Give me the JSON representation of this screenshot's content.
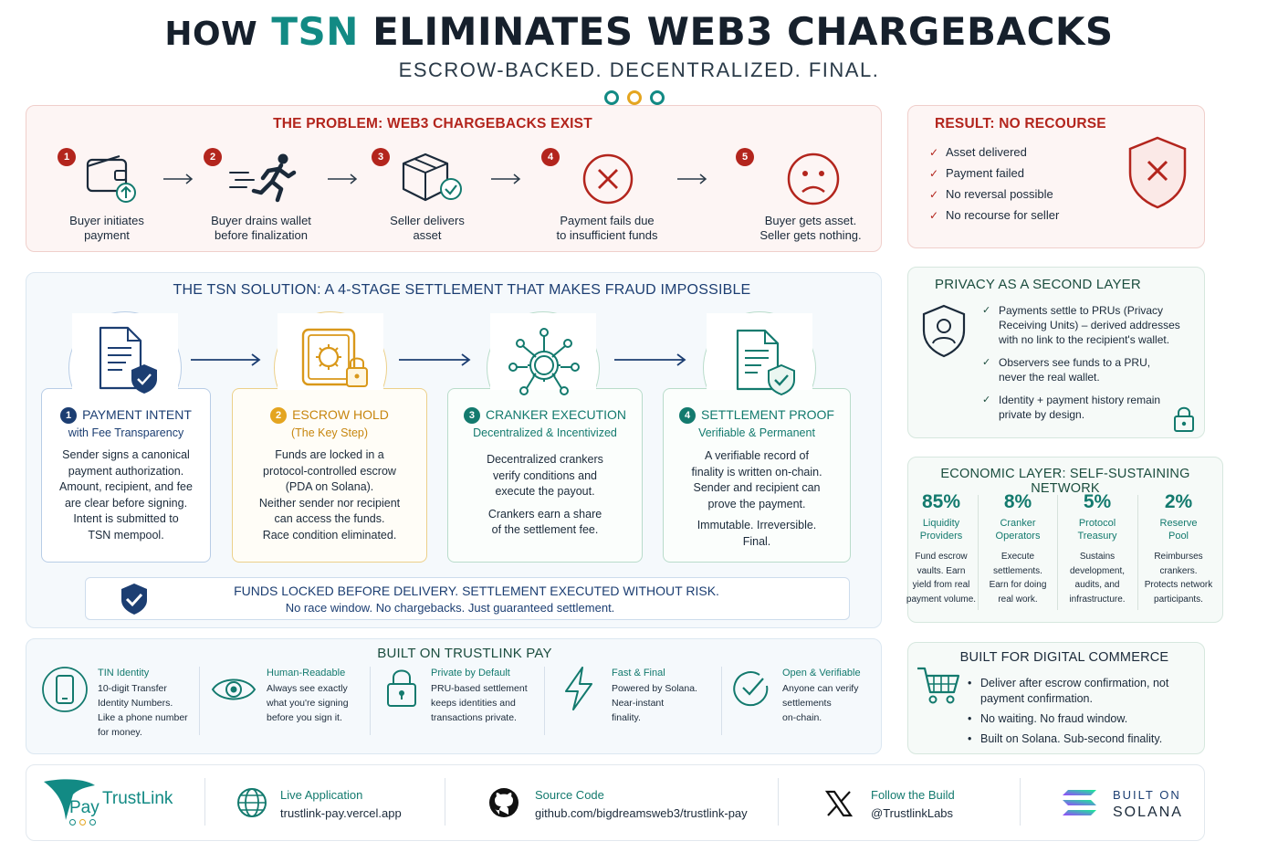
{
  "header": {
    "title_prefix": "HOW",
    "title_accent": "TSN",
    "title_rest": "ELIMINATES WEB3 CHARGEBACKS",
    "subtitle": "ESCROW-BACKED. DECENTRALIZED. FINAL."
  },
  "colors": {
    "teal": "#128a84",
    "gold": "#e4a520",
    "red": "#b3251d",
    "navy": "#1c3e72"
  },
  "problem": {
    "title": "THE PROBLEM: WEB3 CHARGEBACKS EXIST",
    "steps": [
      {
        "num": "1",
        "line1": "Buyer initiates",
        "line2": "payment",
        "icon": "wallet-icon"
      },
      {
        "num": "2",
        "line1": "Buyer drains wallet",
        "line2": "before finalization",
        "icon": "running-person-icon"
      },
      {
        "num": "3",
        "line1": "Seller delivers",
        "line2": "asset",
        "icon": "package-icon"
      },
      {
        "num": "4",
        "line1": "Payment fails due",
        "line2": "to insufficient funds",
        "icon": "x-circle-icon"
      },
      {
        "num": "5",
        "line1": "Buyer gets asset.",
        "line2": "Seller gets nothing.",
        "icon": "sad-face-icon"
      }
    ]
  },
  "result": {
    "title": "RESULT: NO RECOURSE",
    "items": [
      "Asset delivered",
      "Payment failed",
      "No reversal possible",
      "No recourse for seller"
    ]
  },
  "solution": {
    "title": "THE TSN SOLUTION:  A 4-STAGE SETTLEMENT THAT MAKES FRAUD IMPOSSIBLE",
    "stages": [
      {
        "num": "1",
        "title": "PAYMENT INTENT",
        "subtitle": "with Fee Transparency",
        "body": [
          "Sender signs a canonical",
          "payment authorization.",
          "Amount, recipient, and fee",
          "are clear before signing.",
          "Intent is submitted to",
          "TSN mempool."
        ]
      },
      {
        "num": "2",
        "title": "ESCROW HOLD",
        "subtitle": "(The Key Step)",
        "body": [
          "Funds are locked in a",
          "protocol-controlled escrow",
          "(PDA on Solana).",
          "Neither sender nor recipient",
          "can access the funds.",
          "Race condition eliminated."
        ]
      },
      {
        "num": "3",
        "title": "CRANKER EXECUTION",
        "subtitle": "Decentralized & Incentivized",
        "body": [
          "Decentralized crankers",
          "verify conditions and",
          "execute the payout.",
          "Crankers earn a share",
          "of the settlement fee."
        ]
      },
      {
        "num": "4",
        "title": "SETTLEMENT PROOF",
        "subtitle": "Verifiable & Permanent",
        "body": [
          "A verifiable record of",
          "finality is written on-chain.",
          "Sender and recipient can",
          "prove the payment.",
          "Immutable. Irreversible.",
          "Final."
        ]
      }
    ],
    "banner_line1": "FUNDS LOCKED BEFORE DELIVERY. SETTLEMENT EXECUTED WITHOUT RISK.",
    "banner_line2": "No race window. No chargebacks. Just guaranteed settlement."
  },
  "privacy": {
    "title": "PRIVACY AS A SECOND LAYER",
    "items": [
      [
        "Payments settle to PRUs (Privacy",
        "Receiving Units) – derived addresses",
        "with no link to the recipient's wallet."
      ],
      [
        "Observers see funds to a PRU,",
        "never the real wallet."
      ],
      [
        "Identity + payment history remain",
        "private by design."
      ]
    ]
  },
  "economic": {
    "title": "ECONOMIC LAYER: SELF-SUSTAINING NETWORK",
    "columns": [
      {
        "pct": "85%",
        "name": [
          "Liquidity",
          "Providers"
        ],
        "desc": [
          "Fund escrow",
          "vaults. Earn",
          "yield from real",
          "payment volume."
        ]
      },
      {
        "pct": "8%",
        "name": [
          "Cranker",
          "Operators"
        ],
        "desc": [
          "Execute",
          "settlements.",
          "Earn for doing",
          "real work."
        ]
      },
      {
        "pct": "5%",
        "name": [
          "Protocol",
          "Treasury"
        ],
        "desc": [
          "Sustains",
          "development,",
          "audits, and",
          "infrastructure."
        ]
      },
      {
        "pct": "2%",
        "name": [
          "Reserve",
          "Pool"
        ],
        "desc": [
          "Reimburses",
          "crankers.",
          "Protects network",
          "participants."
        ]
      }
    ]
  },
  "built": {
    "title": "BUILT ON TRUSTLINK PAY",
    "features": [
      {
        "title": "TIN Identity",
        "desc": [
          "10-digit Transfer",
          "Identity Numbers.",
          "Like a phone number",
          "for money."
        ]
      },
      {
        "title": "Human-Readable",
        "desc": [
          "Always see exactly",
          "what you're signing",
          "before you sign it."
        ]
      },
      {
        "title": "Private by Default",
        "desc": [
          "PRU-based settlement",
          "keeps identities and",
          "transactions private."
        ]
      },
      {
        "title": "Fast & Final",
        "desc": [
          "Powered by Solana.",
          "Near-instant",
          "finality."
        ]
      },
      {
        "title": "Open & Verifiable",
        "desc": [
          "Anyone can verify",
          "settlements",
          "on-chain."
        ]
      }
    ]
  },
  "commerce": {
    "title": "BUILT FOR DIGITAL COMMERCE",
    "items": [
      [
        "Deliver after escrow confirmation, not",
        "payment confirmation."
      ],
      [
        "No waiting. No fraud window."
      ],
      [
        "Built on Solana. Sub-second finality."
      ]
    ]
  },
  "footer": {
    "brand_top": "TrustLink",
    "brand_pay": "Pay",
    "live_label": "Live Application",
    "live_value": "trustlink-pay.vercel.app",
    "source_label": "Source Code",
    "source_value": "github.com/bigdreamsweb3/trustlink-pay",
    "follow_label": "Follow the Build",
    "follow_value": "@TrustlinkLabs",
    "solana_top": "BUILT ON",
    "solana_bottom": "SOLANA"
  }
}
